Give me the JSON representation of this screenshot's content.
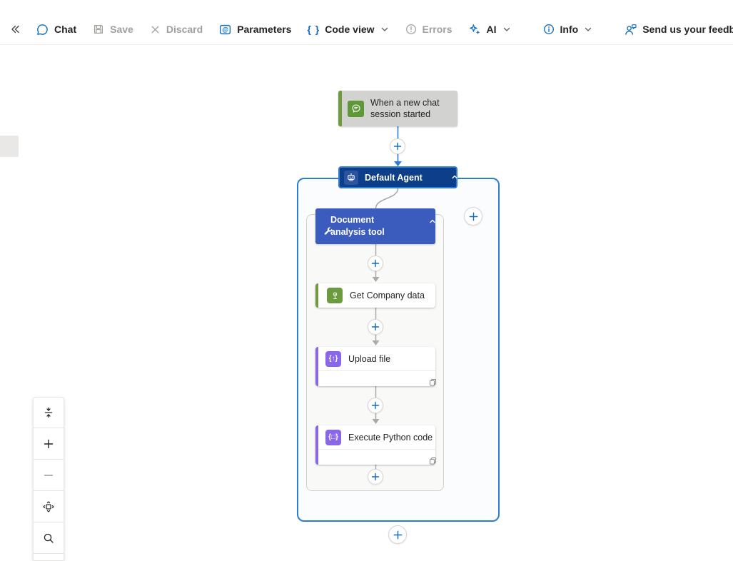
{
  "toolbar": {
    "items": [
      {
        "label": "Chat",
        "icon": "chat-icon",
        "enabled": true
      },
      {
        "label": "Save",
        "icon": "save-icon",
        "enabled": false
      },
      {
        "label": "Discard",
        "icon": "dismiss-icon",
        "enabled": false
      },
      {
        "label": "Parameters",
        "icon": "parameters-icon",
        "enabled": true
      },
      {
        "label": "Code view",
        "icon": "code-braces-icon",
        "enabled": true,
        "has_dropdown": true
      },
      {
        "label": "Errors",
        "icon": "error-circle-icon",
        "enabled": false
      },
      {
        "label": "AI",
        "icon": "ai-sparkle-icon",
        "enabled": true,
        "has_dropdown": true
      },
      {
        "label": "Info",
        "icon": "info-circle-icon",
        "enabled": true,
        "has_dropdown": true
      },
      {
        "label": "Send us your feedback",
        "icon": "feedback-person-icon",
        "enabled": true
      }
    ],
    "code_view_glyph": "{ }",
    "parameters_glyph": "@"
  },
  "canvas": {
    "trigger": {
      "title": "When a new chat session started",
      "icon": "chat-trigger-icon"
    },
    "agent": {
      "title": "Default Agent",
      "icon": "bot-icon",
      "collapse_icon": "chevron-up-icon"
    },
    "tool": {
      "title": "Document analysis tool",
      "icon": "wrench-icon",
      "collapse_icon": "chevron-up-icon"
    },
    "actions": [
      {
        "title": "Get Company data",
        "icon": "company-data-icon",
        "accent": "green",
        "has_footer": false
      },
      {
        "title": "Upload file",
        "icon_glyph": "{↑}",
        "accent": "purple",
        "has_footer": true,
        "footer_icon": "copy-icon"
      },
      {
        "title": "Execute Python code",
        "icon_glyph": "{□}",
        "accent": "purple",
        "has_footer": true,
        "footer_icon": "copy-icon"
      }
    ],
    "add_buttons": [
      "after-trigger",
      "after-tool",
      "after-get-company-data",
      "after-upload-file",
      "after-execute-python",
      "end-of-tool-scope",
      "right-of-tool",
      "end-of-agent-scope"
    ]
  },
  "zoom_toolbar": {
    "buttons": [
      "fit-view",
      "zoom-in",
      "zoom-out",
      "pan",
      "search"
    ]
  },
  "colors": {
    "accent_blue": "#0f6cbd",
    "selection_blue": "#2b7cd3",
    "agent_header_blue": "#0d3e8a",
    "tool_header_blue": "#3b5bbd",
    "trigger_green": "#5f9838",
    "trigger_card_gray": "#d2d2d0",
    "action_green": "#6b9a3f",
    "action_purple": "#8a66e8",
    "connector_gray": "#a8a8a6",
    "disabled_text": "#a19f9d"
  }
}
